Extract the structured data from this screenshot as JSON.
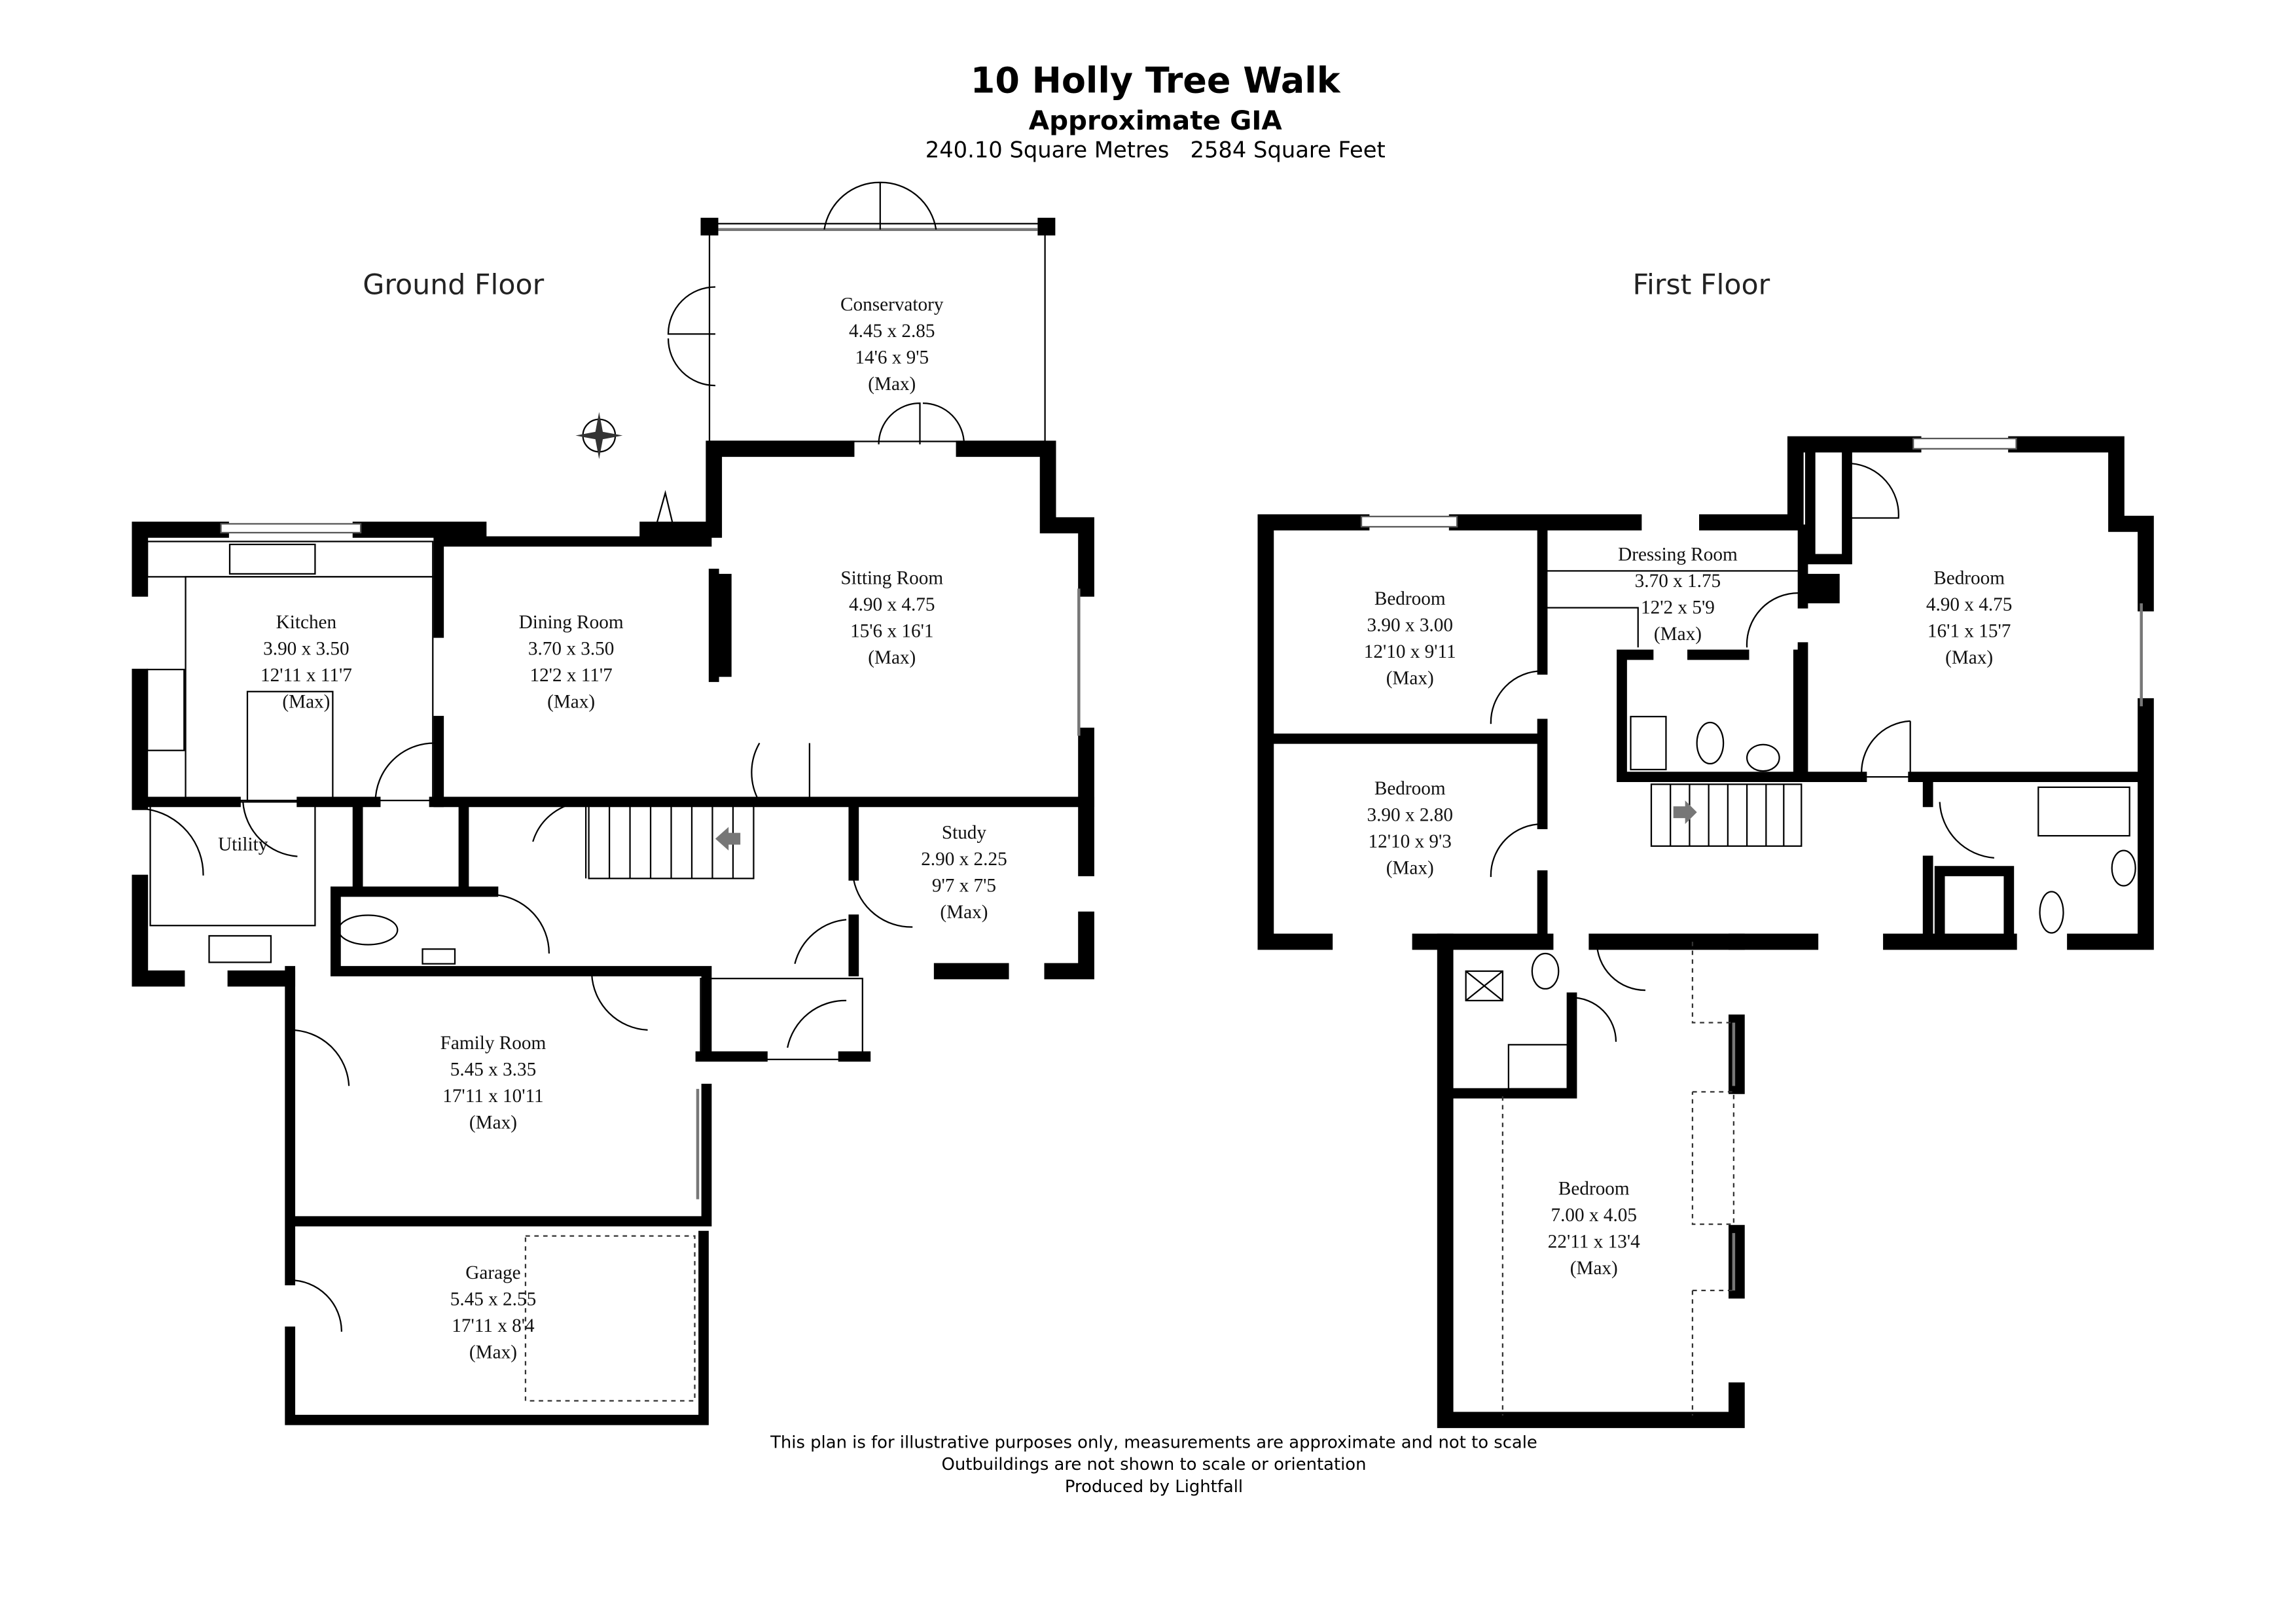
{
  "header": {
    "title": "10 Holly Tree Walk",
    "subtitle": "Approximate GIA",
    "area": "240.10 Square Metres   2584 Square Feet"
  },
  "floors": {
    "ground": "Ground Floor",
    "first": "First Floor"
  },
  "rooms": {
    "conservatory": {
      "name": "Conservatory",
      "metric": "4.45 x 2.85",
      "imperial": "14'6 x 9'5",
      "note": "(Max)"
    },
    "kitchen": {
      "name": "Kitchen",
      "metric": "3.90 x 3.50",
      "imperial": "12'11 x 11'7",
      "note": "(Max)"
    },
    "dining": {
      "name": "Dining Room",
      "metric": "3.70 x 3.50",
      "imperial": "12'2 x 11'7",
      "note": "(Max)"
    },
    "sitting": {
      "name": "Sitting Room",
      "metric": "4.90 x 4.75",
      "imperial": "15'6 x 16'1",
      "note": "(Max)"
    },
    "utility": {
      "name": "Utility"
    },
    "study": {
      "name": "Study",
      "metric": "2.90 x 2.25",
      "imperial": "9'7 x 7'5",
      "note": "(Max)"
    },
    "family": {
      "name": "Family Room",
      "metric": "5.45 x 3.35",
      "imperial": "17'11 x 10'11",
      "note": "(Max)"
    },
    "garage": {
      "name": "Garage",
      "metric": "5.45 x 2.55",
      "imperial": "17'11 x 8'4",
      "note": "(Max)"
    },
    "bed1": {
      "name": "Bedroom",
      "metric": "3.90 x 3.00",
      "imperial": "12'10 x 9'11",
      "note": "(Max)"
    },
    "bed2": {
      "name": "Bedroom",
      "metric": "3.90 x 2.80",
      "imperial": "12'10 x 9'3",
      "note": "(Max)"
    },
    "dressing": {
      "name": "Dressing Room",
      "metric": "3.70 x 1.75",
      "imperial": "12'2 x 5'9",
      "note": "(Max)"
    },
    "bed3": {
      "name": "Bedroom",
      "metric": "4.90 x 4.75",
      "imperial": "16'1 x 15'7",
      "note": "(Max)"
    },
    "bed4": {
      "name": "Bedroom",
      "metric": "7.00 x 4.05",
      "imperial": "22'11 x 13'4",
      "note": "(Max)"
    }
  },
  "footer": {
    "line1": "This plan is for illustrative purposes only, measurements are approximate and not to scale",
    "line2": "Outbuildings are not shown to scale or orientation",
    "line3": "Produced by Lightfall"
  }
}
